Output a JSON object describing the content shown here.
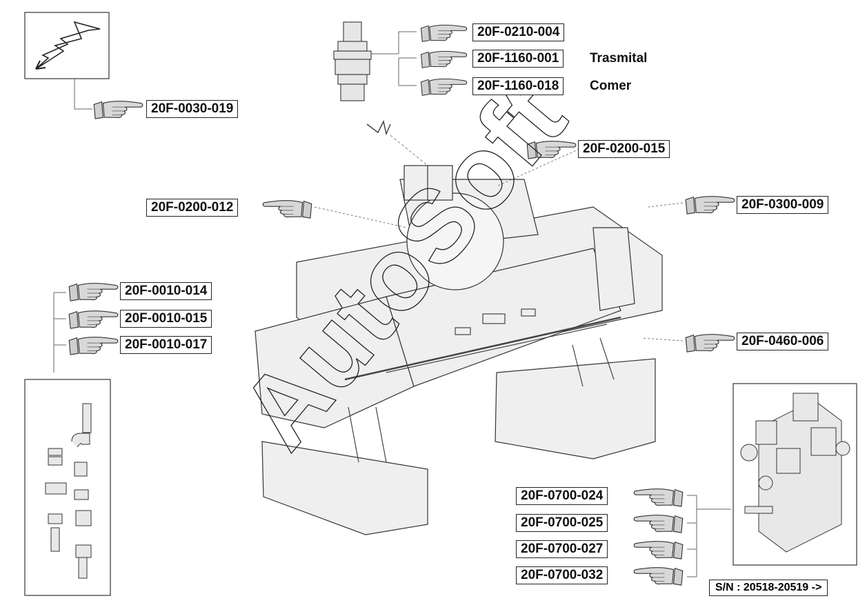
{
  "watermark": "AutoSoft",
  "parts": {
    "p1": "20F-0210-004",
    "p2": "20F-1160-001",
    "p2_note": "Trasmital",
    "p3": "20F-1160-018",
    "p3_note": "Comer",
    "p4": "20F-0030-019",
    "p5": "20F-0200-015",
    "p6": "20F-0200-012",
    "p7": "20F-0300-009",
    "p8": "20F-0010-014",
    "p9": "20F-0010-015",
    "p10": "20F-0010-017",
    "p11": "20F-0460-006",
    "p12": "20F-0700-024",
    "p13": "20F-0700-025",
    "p14": "20F-0700-027",
    "p15": "20F-0700-032"
  },
  "serial": "S/N : 20518-20519 ->"
}
